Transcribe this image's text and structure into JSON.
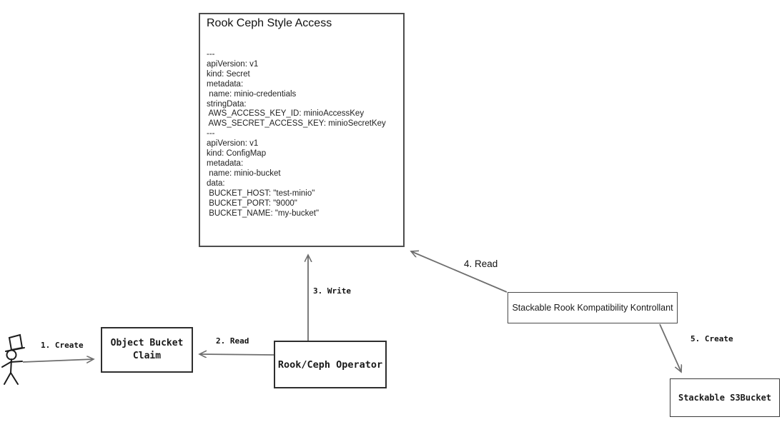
{
  "diagram": {
    "access_box": {
      "title": "Rook Ceph Style Access",
      "yaml": "---\napiVersion: v1\nkind: Secret\nmetadata:\n name: minio-credentials\nstringData:\n AWS_ACCESS_KEY_ID: minioAccessKey\n AWS_SECRET_ACCESS_KEY: minioSecretKey\n---\napiVersion: v1\nkind: ConfigMap\nmetadata:\n name: minio-bucket\ndata:\n BUCKET_HOST: \"test-minio\"\n BUCKET_PORT: \"9000\"\n BUCKET_NAME: \"my-bucket\""
    },
    "boxes": {
      "object_bucket_claim": {
        "label": "Object Bucket\nClaim"
      },
      "rook_ceph_operator": {
        "label": "Rook/Ceph Operator"
      },
      "kontrollant": {
        "label": "Stackable Rook Kompatibility Kontrollant"
      },
      "s3bucket": {
        "label": "Stackable S3Bucket"
      }
    },
    "arrows": {
      "step1": {
        "label": "1. Create",
        "from": "user-actor",
        "to": "object-bucket-claim"
      },
      "step2": {
        "label": "2. Read",
        "from": "rook-ceph-operator",
        "to": "object-bucket-claim"
      },
      "step3": {
        "label": "3. Write",
        "from": "rook-ceph-operator",
        "to": "rook-ceph-style-access"
      },
      "step4": {
        "label": "4. Read",
        "from": "kontrollant",
        "to": "rook-ceph-style-access"
      },
      "step5": {
        "label": "5. Create",
        "from": "kontrollant",
        "to": "s3bucket"
      }
    },
    "actor": {
      "name": "user with top hat"
    },
    "colors": {
      "box_border": "#2e2e2e",
      "arrow": "#6e6e6e",
      "text": "#1a1a1a",
      "background": "#ffffff"
    }
  }
}
